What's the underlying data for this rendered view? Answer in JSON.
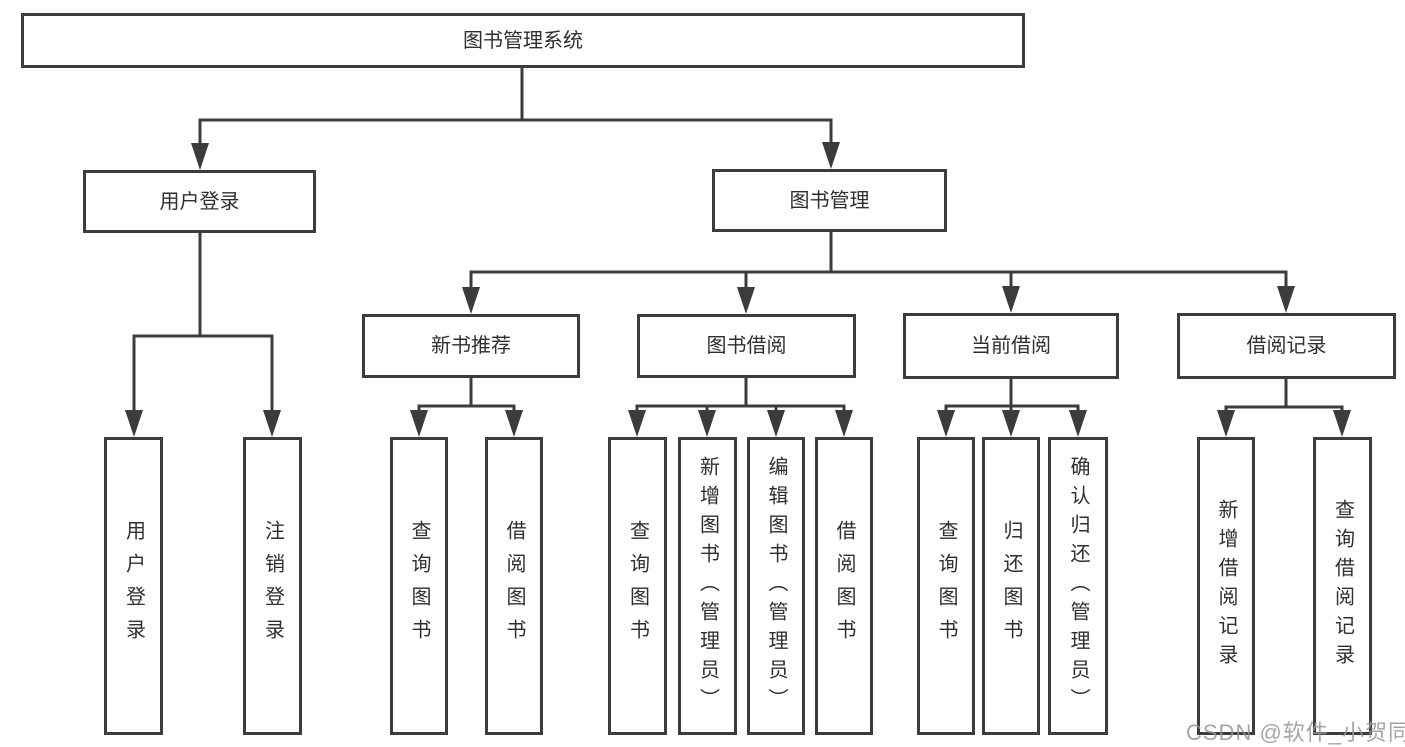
{
  "diagram": {
    "title": "图书管理系统",
    "nodes": {
      "root": "图书管理系统",
      "user_login": "用户登录",
      "book_management": "图书管理",
      "new_book_recommend": "新书推荐",
      "book_borrowing": "图书借阅",
      "current_borrowing": "当前借阅",
      "borrowing_records": "借阅记录"
    },
    "leaves": {
      "user_login": [
        "用户登录",
        "注销登录"
      ],
      "new_book_recommend": [
        "查询图书",
        "借阅图书"
      ],
      "book_borrowing": [
        "查询图书",
        "新增图书（管理员）",
        "编辑图书（管理员）",
        "借阅图书"
      ],
      "current_borrowing": [
        "查询图书",
        "归还图书",
        "确认归还（管理员）"
      ],
      "borrowing_records": [
        "新增借阅记录",
        "查询借阅记录"
      ]
    }
  },
  "watermark": "CSDN @软件_小贺同学",
  "colors": {
    "line": "#3c3c3c",
    "text": "#2f2f2f",
    "watermark": "#969696",
    "background": "#ffffff"
  }
}
